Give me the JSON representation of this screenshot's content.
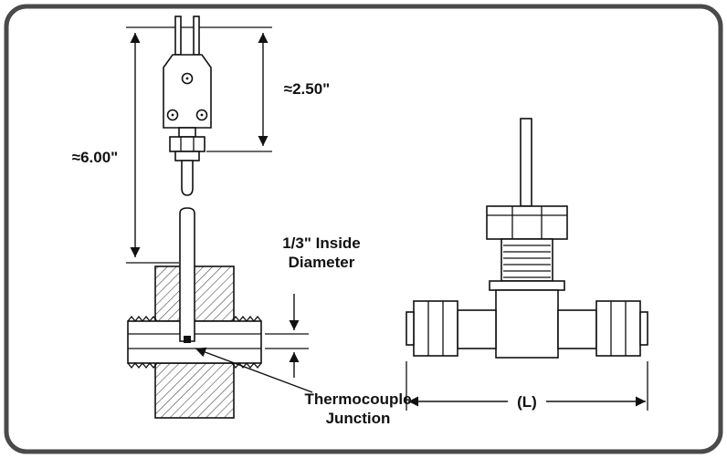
{
  "diagram": {
    "labels": {
      "overall_length": "≈6.00\"",
      "connector_length": "≈2.50\"",
      "inside_diameter": {
        "line1": "1/3\" Inside",
        "line2": "Diameter"
      },
      "junction": {
        "line1": "Thermocouple",
        "line2": "Junction"
      },
      "tee_length": "(L)"
    },
    "colors": {
      "line": "#111111",
      "border": "#4a4a4a",
      "background": "#ffffff"
    }
  }
}
